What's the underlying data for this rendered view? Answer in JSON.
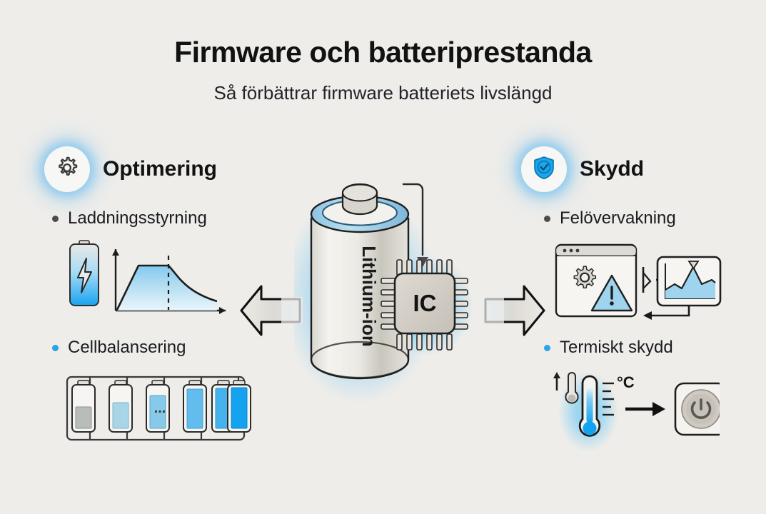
{
  "header": {
    "title": "Firmware och batteriprestanda",
    "subtitle": "Så förbättrar firmware batteriets livslängd"
  },
  "sections": [
    {
      "id": "optimering",
      "title": "Optimering",
      "icon": "gear-icon",
      "side": "left",
      "bullets": [
        {
          "label": "Laddningsstyrning",
          "dot_color": "#4c4c4c"
        },
        {
          "label": "Cellbalansering",
          "dot_color": "#2aa3e8"
        }
      ]
    },
    {
      "id": "skydd",
      "title": "Skydd",
      "icon": "shield-check-icon",
      "side": "right",
      "bullets": [
        {
          "label": "Felövervakning",
          "dot_color": "#4c4c4c"
        },
        {
          "label": "Termiskt skydd",
          "dot_color": "#2aa3e8"
        }
      ]
    }
  ],
  "center": {
    "battery_label": "Lithium-ion",
    "chip_label": "IC",
    "glow_color": "#5cc3f5"
  },
  "illustrations": {
    "charging_curve": {
      "name": "charging-curve-diagram",
      "battery_icon": "battery-bolt-icon",
      "fill_color": "#8fd0f0",
      "curve_phases": [
        "ramp",
        "plateau",
        "taper"
      ],
      "cutoff_marker": "dashed-line"
    },
    "cell_balancing": {
      "name": "cell-balancing-diagram",
      "ellipsis": "...",
      "cells": [
        {
          "fill_pct": 50,
          "color": "#b9bdba"
        },
        {
          "fill_pct": 58,
          "color": "#a8d5e8"
        },
        {
          "fill_pct": 72,
          "color": "#86c9e8"
        },
        {
          "fill_pct": 88,
          "color": "#62bced"
        },
        {
          "fill_pct": 90,
          "color": "#45b2ee"
        },
        {
          "fill_pct": 92,
          "color": "#13a3ef"
        }
      ]
    },
    "fault_monitoring": {
      "name": "fault-monitoring-diagram",
      "window_icon": "browser-window-icon",
      "gear_icon": "gear-icon",
      "warning_icon": "warning-triangle-icon",
      "signal_icon": "signal-flow-icon",
      "chart_icon": "monitoring-chart-icon",
      "feedback_arrow": "feedback-loop-arrow",
      "accent_color": "#9ed4ee"
    },
    "thermal_protection": {
      "name": "thermal-protection-diagram",
      "unit_label": "°C",
      "small_thermometer_icon": "thermometer-rise-icon",
      "thermometer_icon": "thermometer-icon",
      "arrow_icon": "arrow-right-icon",
      "power_button_icon": "power-button-icon",
      "mercury_color": "#1fa7f0"
    },
    "flow_arrows": {
      "left": "big-arrow-left",
      "right": "big-arrow-right",
      "chip_feed": "chip-feed-arrow"
    }
  },
  "palette": {
    "background": "#eeedea",
    "ink": "#1b1c20",
    "accent_blue": "#2aa3e8",
    "metal": "#cfcbc4"
  }
}
